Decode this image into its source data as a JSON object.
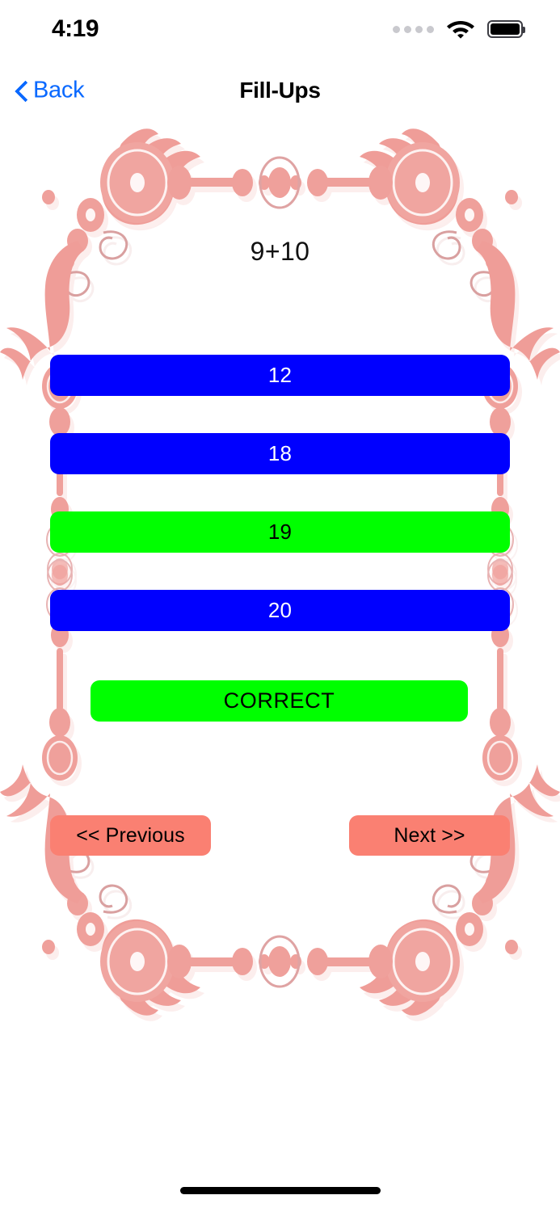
{
  "status_bar": {
    "time": "4:19",
    "cellular_icon": "cellular-dots-icon",
    "wifi_icon": "wifi-icon",
    "battery_icon": "battery-full-icon"
  },
  "nav_bar": {
    "back_icon": "chevron-left-icon",
    "back_label": "Back",
    "title": "Fill-Ups"
  },
  "quiz": {
    "question": "9+10",
    "options": [
      {
        "label": "12",
        "state": "default"
      },
      {
        "label": "18",
        "state": "default"
      },
      {
        "label": "19",
        "state": "selected-correct"
      },
      {
        "label": "20",
        "state": "default"
      }
    ],
    "feedback": "CORRECT",
    "previous_label": "<< Previous",
    "next_label": "Next >>"
  },
  "colors": {
    "option_default_bg": "#0000FF",
    "option_default_text": "#FFFFFF",
    "option_correct_bg": "#00FF00",
    "option_correct_text": "#000000",
    "feedback_bg": "#00FF00",
    "feedback_text": "#000000",
    "nav_button_bg": "#FA8072",
    "nav_button_text": "#000000",
    "frame_ornament": "#F09A96",
    "link_blue": "#0A69FF",
    "page_bg": "#FFFFFF"
  },
  "decoration": {
    "frame_name": "ornate-floral-frame"
  }
}
